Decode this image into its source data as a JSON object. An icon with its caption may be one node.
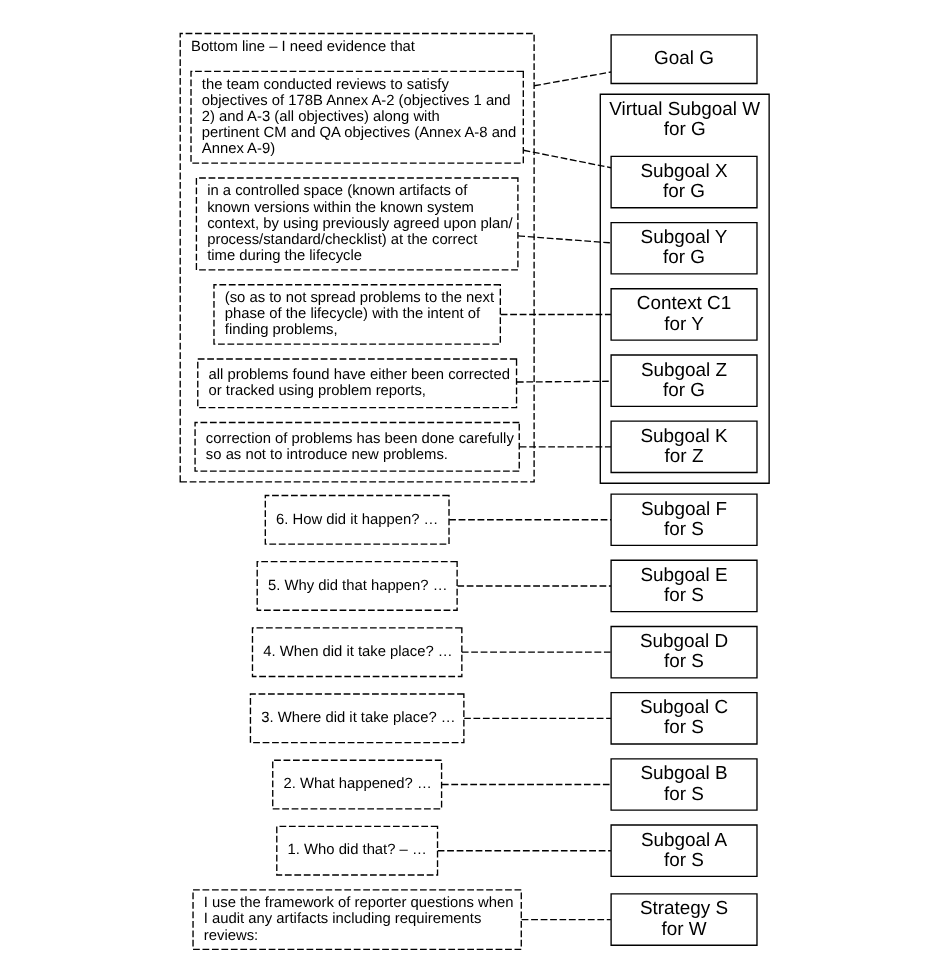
{
  "diagram": {
    "nodes": [
      {
        "text": [
          "I use the framework of reporter questions when I audit any artifacts including requirements reviews:"
        ]
      },
      {
        "text": [
          "Strategy S",
          "for W"
        ]
      },
      {
        "text": [
          "1. Who did that? – …"
        ]
      },
      {
        "text": [
          "2. What happened? …"
        ]
      },
      {
        "text": [
          "3. Where did it take place? …"
        ]
      },
      {
        "text": [
          "4. When did it take place? …"
        ]
      },
      {
        "text": [
          "5. Why did that happen? …"
        ]
      },
      {
        "text": [
          "6. How did it happen? …"
        ]
      },
      {
        "text": [
          "Subgoal A",
          "for S"
        ]
      },
      {
        "text": [
          "Subgoal B",
          "for S"
        ]
      },
      {
        "text": [
          "Subgoal C",
          "for S"
        ]
      },
      {
        "text": [
          "Subgoal D",
          "for S"
        ]
      },
      {
        "text": [
          "Subgoal E",
          "for S"
        ]
      },
      {
        "text": [
          "Subgoal F",
          "for S"
        ]
      },
      {
        "text": [
          "Bottom line – I need evidence that"
        ]
      },
      {
        "text": [
          "the team conducted reviews to satisfy objectives of 178B Annex A-2 (objectives 1 and 2) and A-3 (all objectives) along with pertinent CM and QA objectives (Annex A-8 and Annex A-9)"
        ],
        "in": 14
      },
      {
        "text": [
          "in a controlled space (known artifacts of known versions within the known system context, by using previously agreed upon plan/ process/standard/checklist) at the correct time during the lifecycle"
        ],
        "in": 14
      },
      {
        "text": [
          "(so as to not spread problems to the next phase of the lifecycle) with the intent of finding problems,"
        ],
        "in": 14
      },
      {
        "text": [
          "all problems found have either been corrected or tracked using problem reports,"
        ],
        "in": 14
      },
      {
        "text": [
          "correction of problems has been done carefully so as not to introduce new problems."
        ],
        "in": 14
      },
      {
        "text": [
          "Goal G"
        ]
      },
      {
        "text": [
          "Virtual Subgoal W",
          "for G"
        ]
      },
      {
        "text": [
          "Subgoal X",
          "for G"
        ],
        "in": 21
      },
      {
        "text": [
          "Subgoal Y",
          "for G"
        ],
        "in": 21
      },
      {
        "text": [
          "Context C1",
          "for Y"
        ],
        "in": 21
      },
      {
        "text": [
          "Subgoal Z",
          "for G"
        ],
        "in": 21
      },
      {
        "text": [
          "Subgoal K",
          "for Z"
        ],
        "in": 21
      }
    ],
    "edges": [
      {
        "from": 0,
        "to": 1,
        "arrow": "none",
        "style": "dashed"
      },
      {
        "from": 2,
        "to": 8,
        "arrow": "none",
        "style": "dashed"
      },
      {
        "from": 3,
        "to": 9,
        "arrow": "none",
        "style": "dashed"
      },
      {
        "from": 4,
        "to": 10,
        "arrow": "none",
        "style": "dashed"
      },
      {
        "from": 5,
        "to": 11,
        "arrow": "none",
        "style": "dashed"
      },
      {
        "from": 6,
        "to": 12,
        "arrow": "none",
        "style": "dashed"
      },
      {
        "from": 7,
        "to": 13,
        "arrow": "none",
        "style": "dashed"
      },
      {
        "from": 14,
        "to": 20,
        "arrow": "none",
        "style": "dashed"
      },
      {
        "from": 15,
        "to": 22,
        "arrow": "none",
        "style": "dashed"
      },
      {
        "from": 16,
        "to": 23,
        "arrow": "none",
        "style": "dashed"
      },
      {
        "from": 17,
        "to": 24,
        "arrow": "none",
        "style": "dashed"
      },
      {
        "from": 18,
        "to": 25,
        "arrow": "none",
        "style": "dashed"
      },
      {
        "from": 19,
        "to": 26,
        "arrow": "none",
        "style": "dashed"
      }
    ]
  }
}
